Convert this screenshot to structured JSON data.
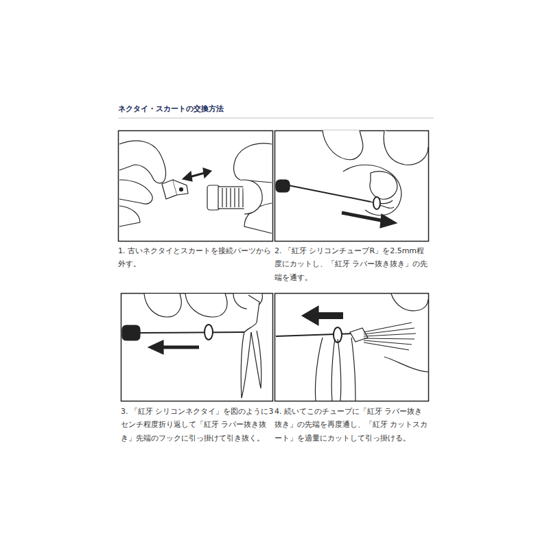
{
  "diagram": {
    "title": "ネクタイ・スカートの交換方法",
    "labels": [
      "1. 古いネクタイとスカートを接続パーツから外す。",
      "2. 「紅牙 シリコンチューブR」を2.5mm程度にカットし、「紅牙 ラバー抜き抜き」の先端を通す。",
      "3. 「紅牙 シリコンネクタイ」を図のように3センチ程度折り返して「紅牙 ラバー抜き抜き」先端のフックに引っ掛けて引き抜く。",
      "4. 続いてこのチューブに「紅牙 ラバー抜き抜き」の先端を再度通し、「紅牙 カットスカート」を適量にカットして引っ掛ける。"
    ]
  }
}
